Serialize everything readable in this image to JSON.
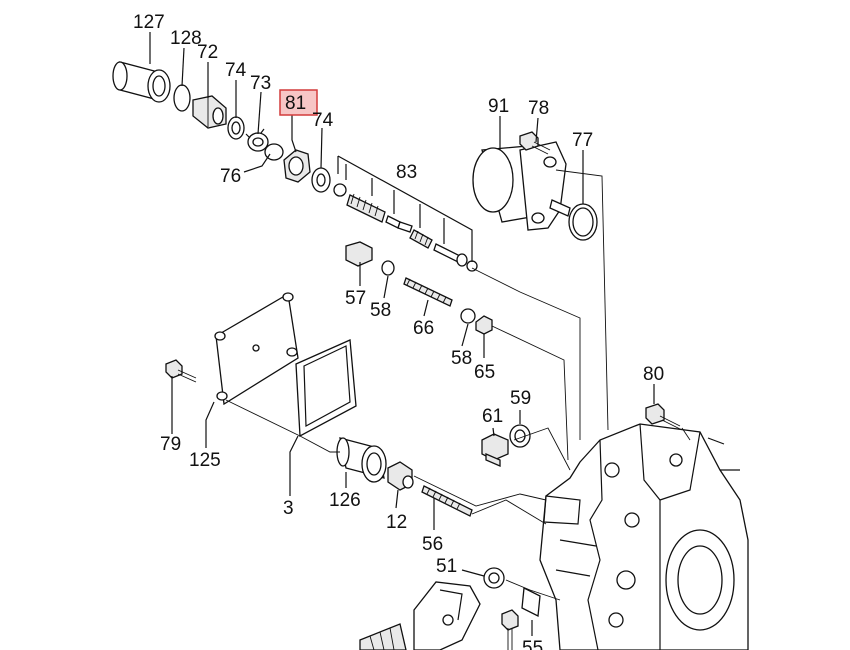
{
  "diagram": {
    "highlight_color": "#f7c6c6",
    "highlight_border": "#d23c3c",
    "highlighted_part": "81",
    "labels": {
      "p127": "127",
      "p128": "128",
      "p72": "72",
      "p74a": "74",
      "p73": "73",
      "p81": "81",
      "p74b": "74",
      "p76": "76",
      "p83": "83",
      "p91": "91",
      "p78": "78",
      "p77": "77",
      "p57": "57",
      "p58a": "58",
      "p66": "66",
      "p58b": "58",
      "p65": "65",
      "p80": "80",
      "p79": "79",
      "p125": "125",
      "p61": "61",
      "p59": "59",
      "p3": "3",
      "p126": "126",
      "p12": "12",
      "p56": "56",
      "p51": "51",
      "p55": "55"
    }
  }
}
